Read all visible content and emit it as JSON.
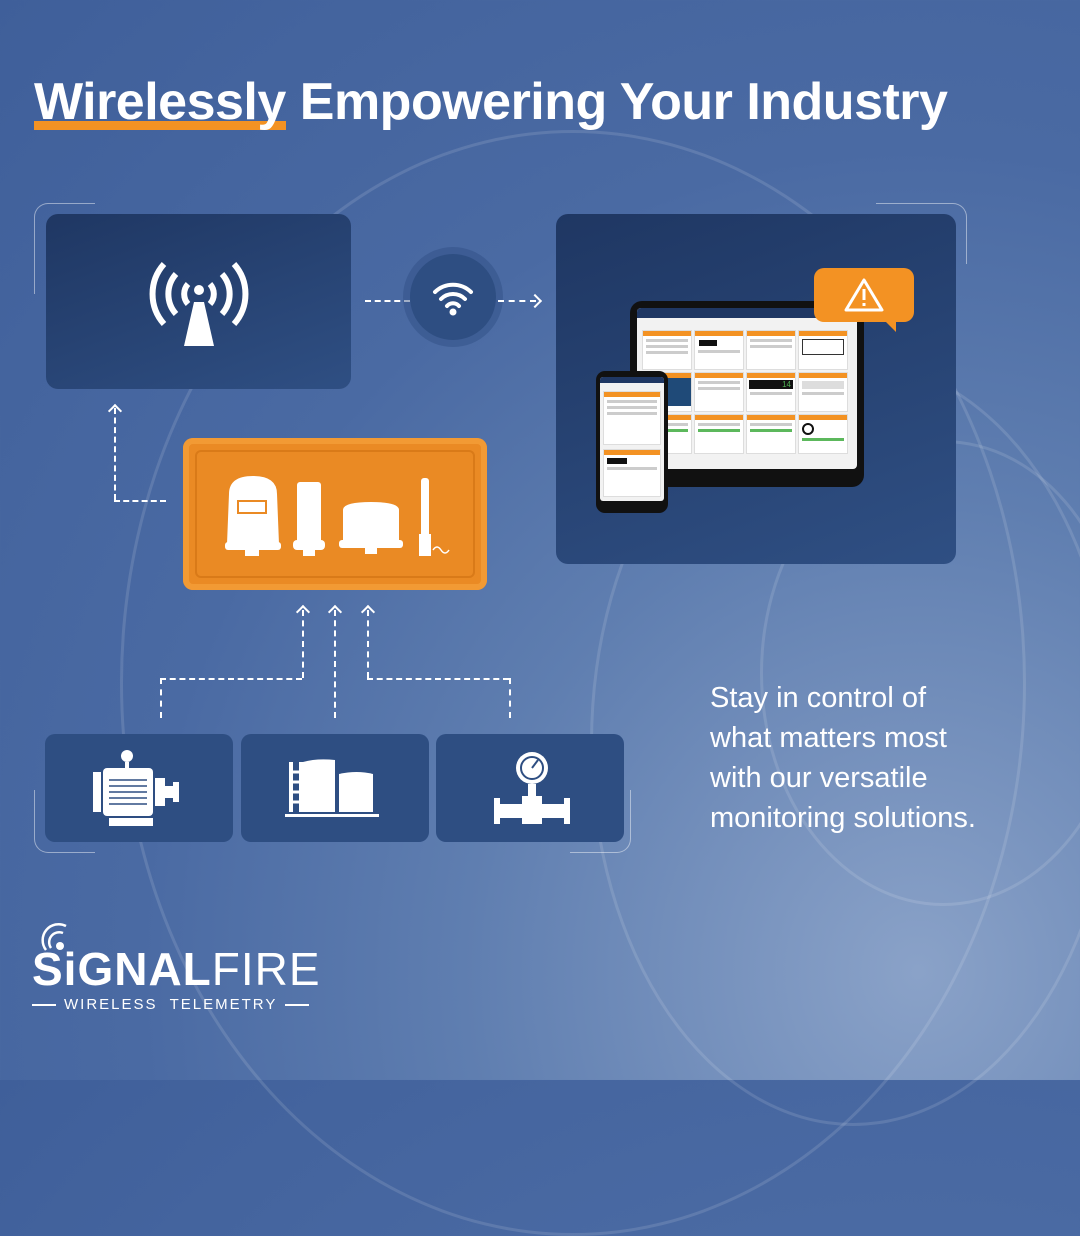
{
  "header": {
    "title_highlight": "Wirelessly",
    "title_rest": " Empowering Your Industry",
    "highlight_color": "#f39223"
  },
  "diagram": {
    "gateway": {
      "icon": "radio-tower-icon"
    },
    "connector": {
      "icon": "wifi-icon"
    },
    "dashboard": {
      "alert_icon": "warning-triangle-icon",
      "tablet_readout": "14"
    },
    "devices": {
      "icons": [
        "sensor-enclosure-icon",
        "cylinder-sensor-icon",
        "box-node-icon",
        "antenna-icon"
      ]
    },
    "assets": [
      {
        "icon": "electric-motor-icon"
      },
      {
        "icon": "storage-tank-icon"
      },
      {
        "icon": "pressure-gauge-pipe-icon"
      }
    ]
  },
  "tagline": {
    "lines": [
      "Stay in control of",
      "what matters most",
      "with our versatile",
      "monitoring solutions."
    ]
  },
  "logo": {
    "brand_bold": "SiGNAL",
    "brand_thin": "FIRE",
    "subtitle": "WIRELESS  TELEMETRY"
  },
  "colors": {
    "accent": "#f39223",
    "panel": "#2e4e82",
    "background": "#4a6aa3"
  }
}
